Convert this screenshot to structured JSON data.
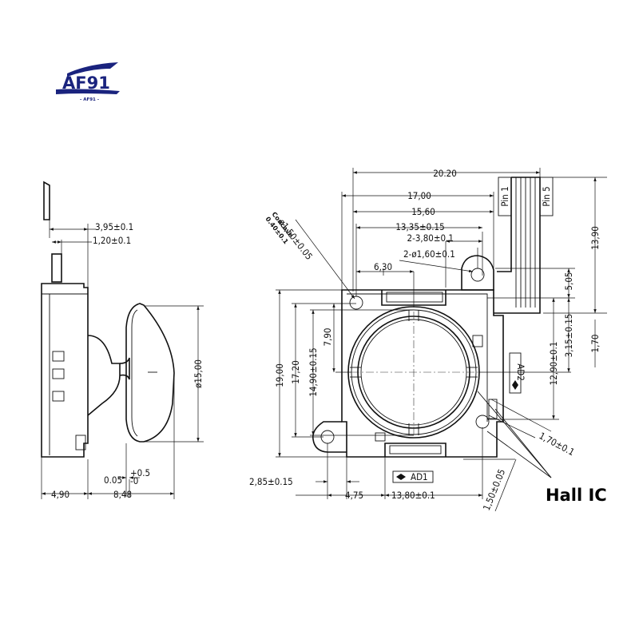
{
  "logo": {
    "text": "AF91",
    "subtext": "- AF91 -",
    "color": "#1a237e"
  },
  "callout": {
    "hall_ic": "Hall IC"
  },
  "side_view": {
    "d_3_95": "3,95±0.1",
    "d_1_20": "1,20±0.1",
    "d_dia15": "ø15,00",
    "d_0_05": "0.05",
    "d_0_05_tol_upper": "+0.5",
    "d_0_05_tol_lower": "-0",
    "d_4_90": "4,90",
    "d_8_48": "8,48"
  },
  "front_view": {
    "d_20_20": "20.20",
    "d_17_00": "17,00",
    "d_15_60": "15,60",
    "d_13_35": "13,35±0.15",
    "d_2x3_80": "2-3,80±0.1",
    "d_2xdia1_60": "2-ø1,60±0.1",
    "d_dia1_50": "ø1,50±0.05",
    "concave_line1": "Concave",
    "concave_line2": "0.40±0.1",
    "d_6_30": "6,30",
    "d_13_90": "13,90",
    "d_5_05": "5,05",
    "d_3_15": "3,15±0.15",
    "d_1_70_v": "1,70",
    "d_12_90": "12,90±0.1",
    "d_19_00": "19,00",
    "d_17_20": "17,20",
    "d_14_90": "14,90±0.15",
    "d_7_90": "7,90",
    "d_1_70_diag": "1,70±0.1",
    "d_1_50_diag": "1,50±0.05",
    "d_2_85": "2,85±0.15",
    "d_4_75": "4,75",
    "d_13_80": "13,80±0.1",
    "pin1": "Pin 1",
    "pin5": "Pin 5",
    "ad1": "AD1",
    "ad2": "AD2"
  }
}
